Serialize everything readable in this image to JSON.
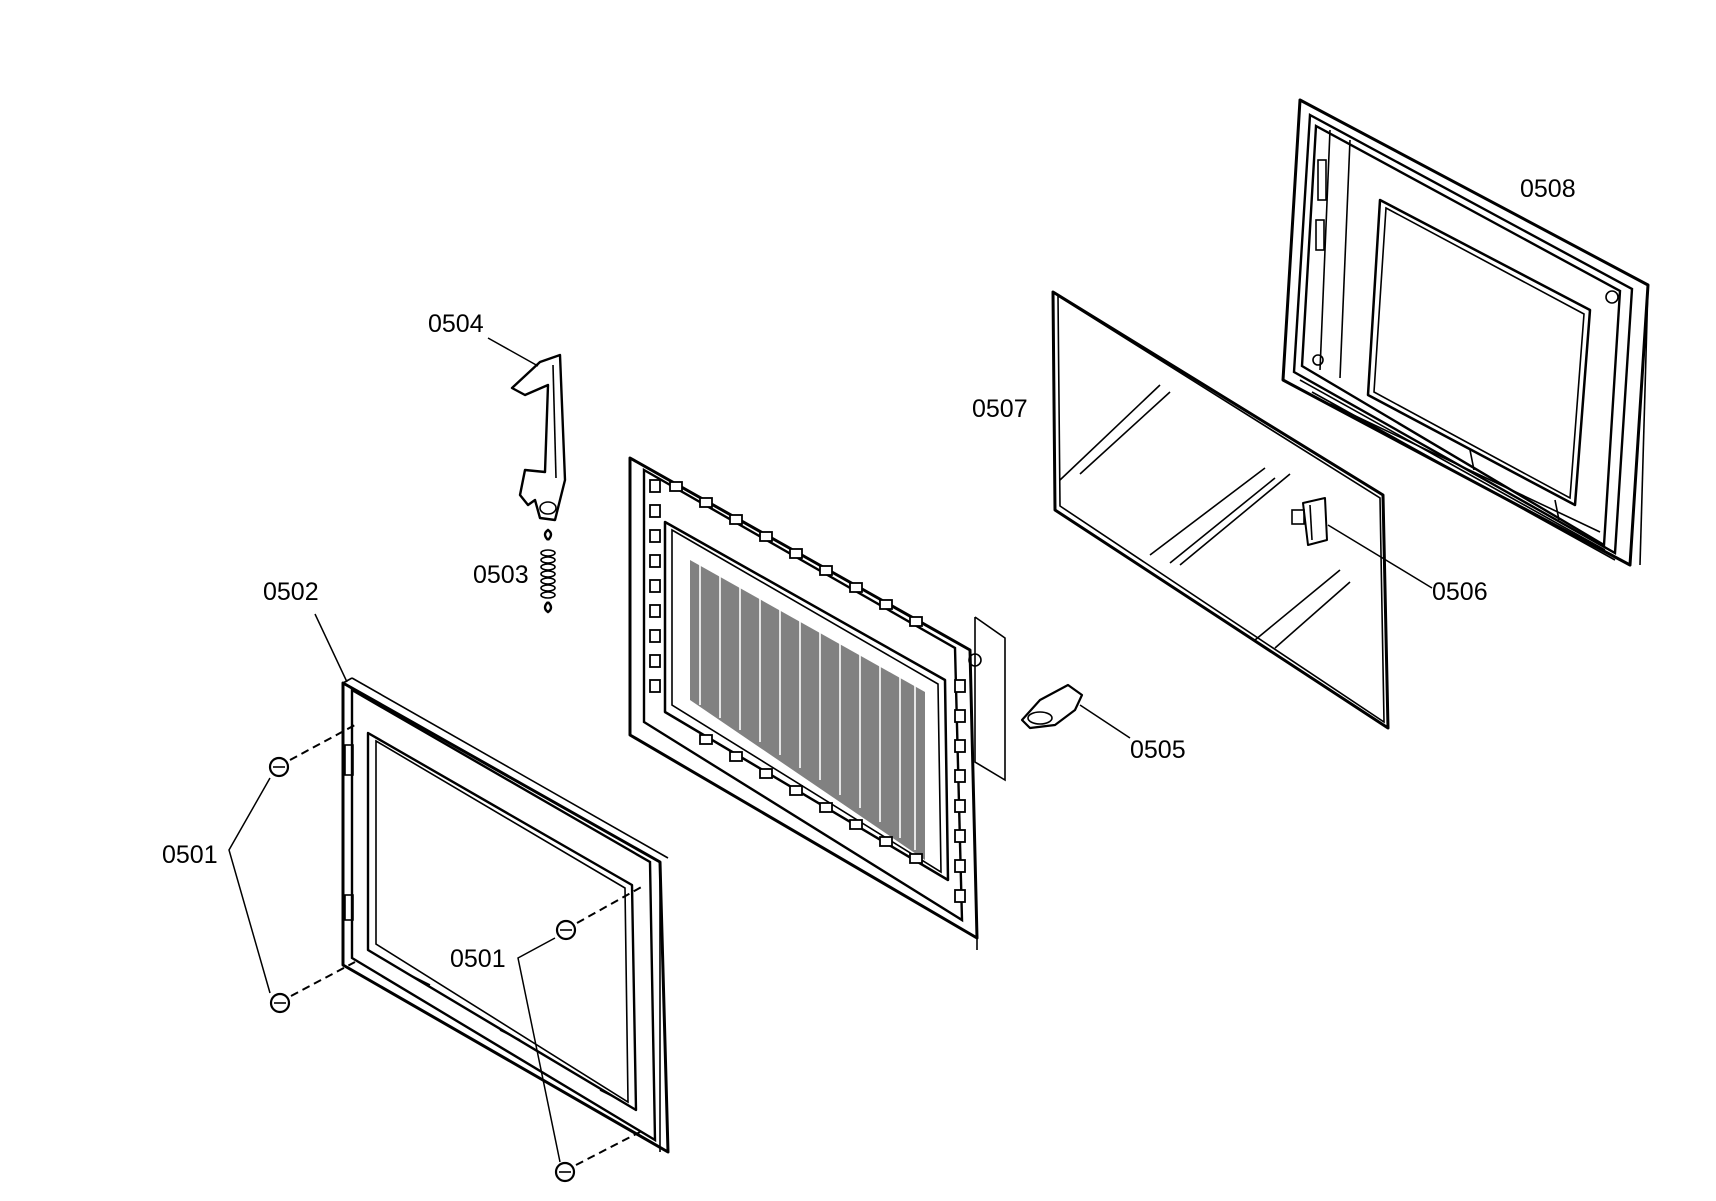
{
  "callouts": [
    {
      "id": "c0501a",
      "text": "0501"
    },
    {
      "id": "c0501b",
      "text": "0501"
    },
    {
      "id": "c0502",
      "text": "0502"
    },
    {
      "id": "c0503",
      "text": "0503"
    },
    {
      "id": "c0504",
      "text": "0504"
    },
    {
      "id": "c0505",
      "text": "0505"
    },
    {
      "id": "c0506",
      "text": "0506"
    },
    {
      "id": "c0507",
      "text": "0507"
    },
    {
      "id": "c0508",
      "text": "0508"
    }
  ]
}
